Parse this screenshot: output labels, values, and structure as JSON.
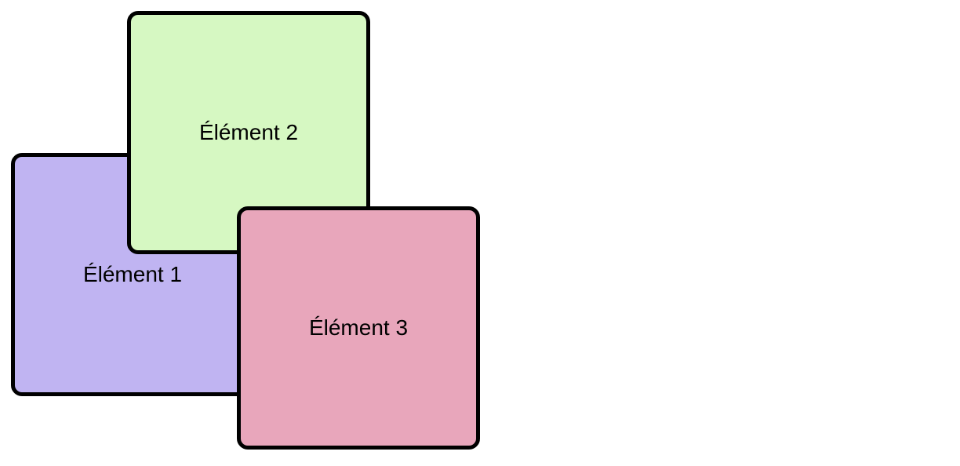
{
  "elements": [
    {
      "label": "Élément 1",
      "color": "#c0b4f2"
    },
    {
      "label": "Élément 2",
      "color": "#d6f8c2"
    },
    {
      "label": "Élément 3",
      "color": "#e8a6bb"
    }
  ],
  "border_color": "#000000"
}
